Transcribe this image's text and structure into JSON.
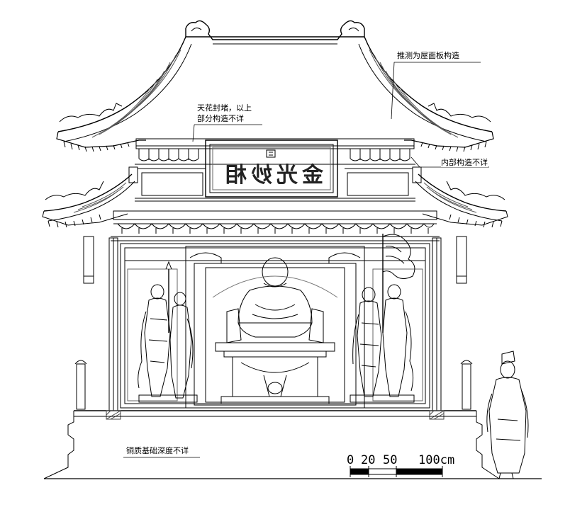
{
  "annotations": {
    "roof_structure": "推测为屋面板构造",
    "ceiling_line1": "天花封堵，以上",
    "ceiling_line2": "部分构造不详",
    "interior": "内部构造不详",
    "foundation": "铜质基础深度不详"
  },
  "plaque": {
    "text": "金光妙相"
  },
  "scale_bar": {
    "labels": [
      "0",
      "20",
      "50",
      "100cm"
    ],
    "ticks_cm": [
      0,
      20,
      50,
      100
    ]
  },
  "colors": {
    "line": "#000000",
    "background": "#ffffff",
    "hatch": "#444444"
  }
}
